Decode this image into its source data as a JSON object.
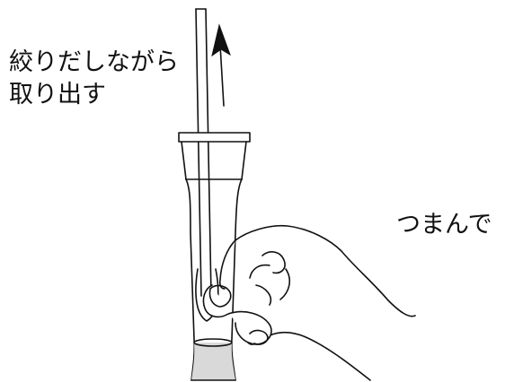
{
  "instruction": {
    "left_line1": "絞りだしながら",
    "left_line2": "取り出す",
    "right": "つまんで"
  },
  "colors": {
    "ink": "#111111",
    "liquid": "#d9d9d9",
    "background": "#ffffff"
  },
  "icons": {
    "arrow": "upward-arrow",
    "hand": "pinching-hand",
    "tube": "sample-tube",
    "swab": "swab-stick"
  }
}
